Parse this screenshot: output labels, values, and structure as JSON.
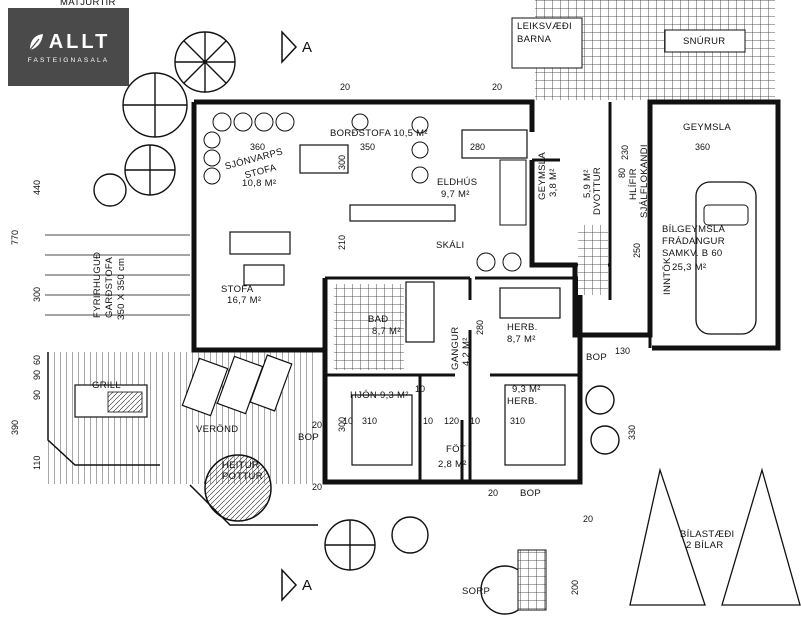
{
  "logo": {
    "brand": "ALLT",
    "tagline": "FASTEIGNASALA",
    "icon": "leaf-icon"
  },
  "rooms": {
    "leiksvaedi": "LEIKSVÆÐI",
    "barna": "BARNA",
    "snurur": "SNÚRUR",
    "geymsla": "GEYMSLA",
    "bordstofa": "BORÐSTOFA 10,5 M²",
    "sjonvarp": "SJÓNVARPS",
    "stofa1": "STOFA",
    "stofa1_area": "10,8 M²",
    "eldhus": "ELDHÚS",
    "eldhus_area": "9,7 M²",
    "geymsla2": "GEYMSLA",
    "geymsla2_area": "3,8 M²",
    "dvot": "DVOTTUR",
    "dvot_area": "5,9 M²",
    "hlyfir": "HLÍFIR",
    "sjalfloki": "SJÁLFLOKANDI",
    "skali": "SKÁLI",
    "bilgeymsla": "BÍLGEYMSLA",
    "fradangur": "FRÁDANGUR",
    "samkv": "SAMKV. B 60",
    "bil_area": "25,3 M²",
    "inntok": "INNTÖK",
    "stofa2": "STOFA",
    "stofa2_area": "16,7 M²",
    "bad": "BAÐ",
    "bad_area": "8,7 M²",
    "gangur": "GANGUR",
    "gangur_area": "4,2 M²",
    "herb1": "HERB.",
    "herb1_area": "8,7 M²",
    "hjon": "HJÓN 9,3 M²",
    "herb2_area": "9,3 M²",
    "herb2": "HERB.",
    "fot": "FÖT",
    "fot_area": "2,8 M²",
    "fyrirhugud": "FYRIRHUGUÐ",
    "gardstofa": "GARÐSTOFA",
    "gardstofa_dim": "350 X 350 cm",
    "grill": "GRILL",
    "verond": "VERÖND",
    "heitur": "HEITUR",
    "pottur": "POTTUR",
    "bilastadi": "BÍLASTÆÐI",
    "bilar": "2 BÍLAR",
    "sorp": "SORP",
    "bop1": "BOP",
    "bop2": "BOP",
    "bop3": "BOP",
    "heading_top": "MATJURTIR"
  },
  "section_marks": {
    "top": "A",
    "bottom": "A"
  },
  "dims": {
    "d360a": "360",
    "d350": "350",
    "d280a": "280",
    "d300a": "300",
    "d360b": "360",
    "d440": "440",
    "d770": "770",
    "d300b": "300",
    "d210": "210",
    "d20a": "20",
    "d20b": "20",
    "d20c": "20",
    "d20d": "20",
    "d20e": "20",
    "d20f": "20",
    "d10a": "10",
    "d10b": "10",
    "d10c": "10",
    "d10d": "10",
    "d310a": "310",
    "d310b": "310",
    "d120": "120",
    "d280b": "280",
    "d300c": "300",
    "d130": "130",
    "d330": "330",
    "d390": "390",
    "d90a": "90",
    "d90b": "90",
    "d60": "60",
    "d110": "110",
    "d200": "200",
    "d80": "80",
    "d250": "250",
    "d230": "230"
  }
}
